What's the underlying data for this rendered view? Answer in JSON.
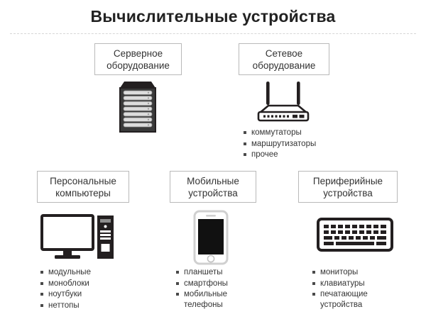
{
  "title": "Вычислительные устройства",
  "nodes": {
    "server": {
      "line1": "Серверное",
      "line2": "оборудование",
      "icon": "server-rack-icon"
    },
    "network": {
      "line1": "Сетевое",
      "line2": "оборудование",
      "icon": "router-icon"
    },
    "pc": {
      "line1": "Персональные",
      "line2": "компьютеры",
      "icon": "desktop-computer-icon"
    },
    "mobile": {
      "line1": "Мобильные",
      "line2": "устройства",
      "icon": "smartphone-icon"
    },
    "peripheral": {
      "line1": "Периферийные",
      "line2": "устройства",
      "icon": "keyboard-icon"
    }
  },
  "lists": {
    "network": [
      "коммутаторы",
      "маршрутизаторы",
      "прочее"
    ],
    "pc": [
      "модульные",
      "моноблоки",
      "ноутбуки",
      "неттопы"
    ],
    "mobile": [
      "планшеты",
      "смартфоны",
      "мобильные\nтелефоны"
    ],
    "peripheral": [
      "мониторы",
      "клавиатуры",
      "печатающие\nустройства"
    ]
  },
  "colors": {
    "background": "#ffffff",
    "title_text": "#222222",
    "box_border": "#b9b9b9",
    "box_text": "#333333",
    "divider": "#d6d6d6",
    "icon_dark": "#231f20",
    "icon_mid": "#585858",
    "icon_light": "#d9d9d9",
    "bullet_marker": "#4a4a4a"
  }
}
